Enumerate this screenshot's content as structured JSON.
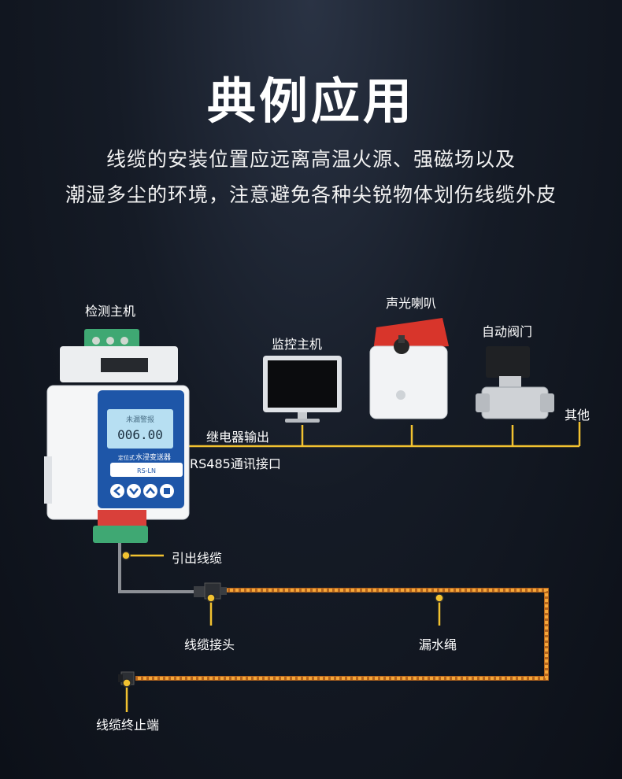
{
  "title": "典例应用",
  "subtitle": {
    "line1": "线缆的安装位置应远离高温火源、强磁场以及",
    "line2": "潮湿多尘的环境，注意避免各种尖锐物体划伤线缆外皮"
  },
  "labels": {
    "host": "检测主机",
    "monitor": "监控主机",
    "alarm": "声光喇叭",
    "valve": "自动阀门",
    "other": "其他",
    "relay": "继电器输出",
    "rs485": "RS485通讯接口",
    "lead_cable": "引出线缆",
    "connector": "线缆接头",
    "leak_rope": "漏水绳",
    "terminal": "线缆终止端"
  },
  "device": {
    "display_value": "006.00",
    "display_status": "未漏警报",
    "product_name": "水浸变送器",
    "product_tag": "定位式",
    "brand": "RS-LN"
  },
  "colors": {
    "cable_orange": "#f0a030",
    "wire_yellow": "#f2c230",
    "cable_gray": "#8c8f95",
    "background": "#151b26"
  }
}
